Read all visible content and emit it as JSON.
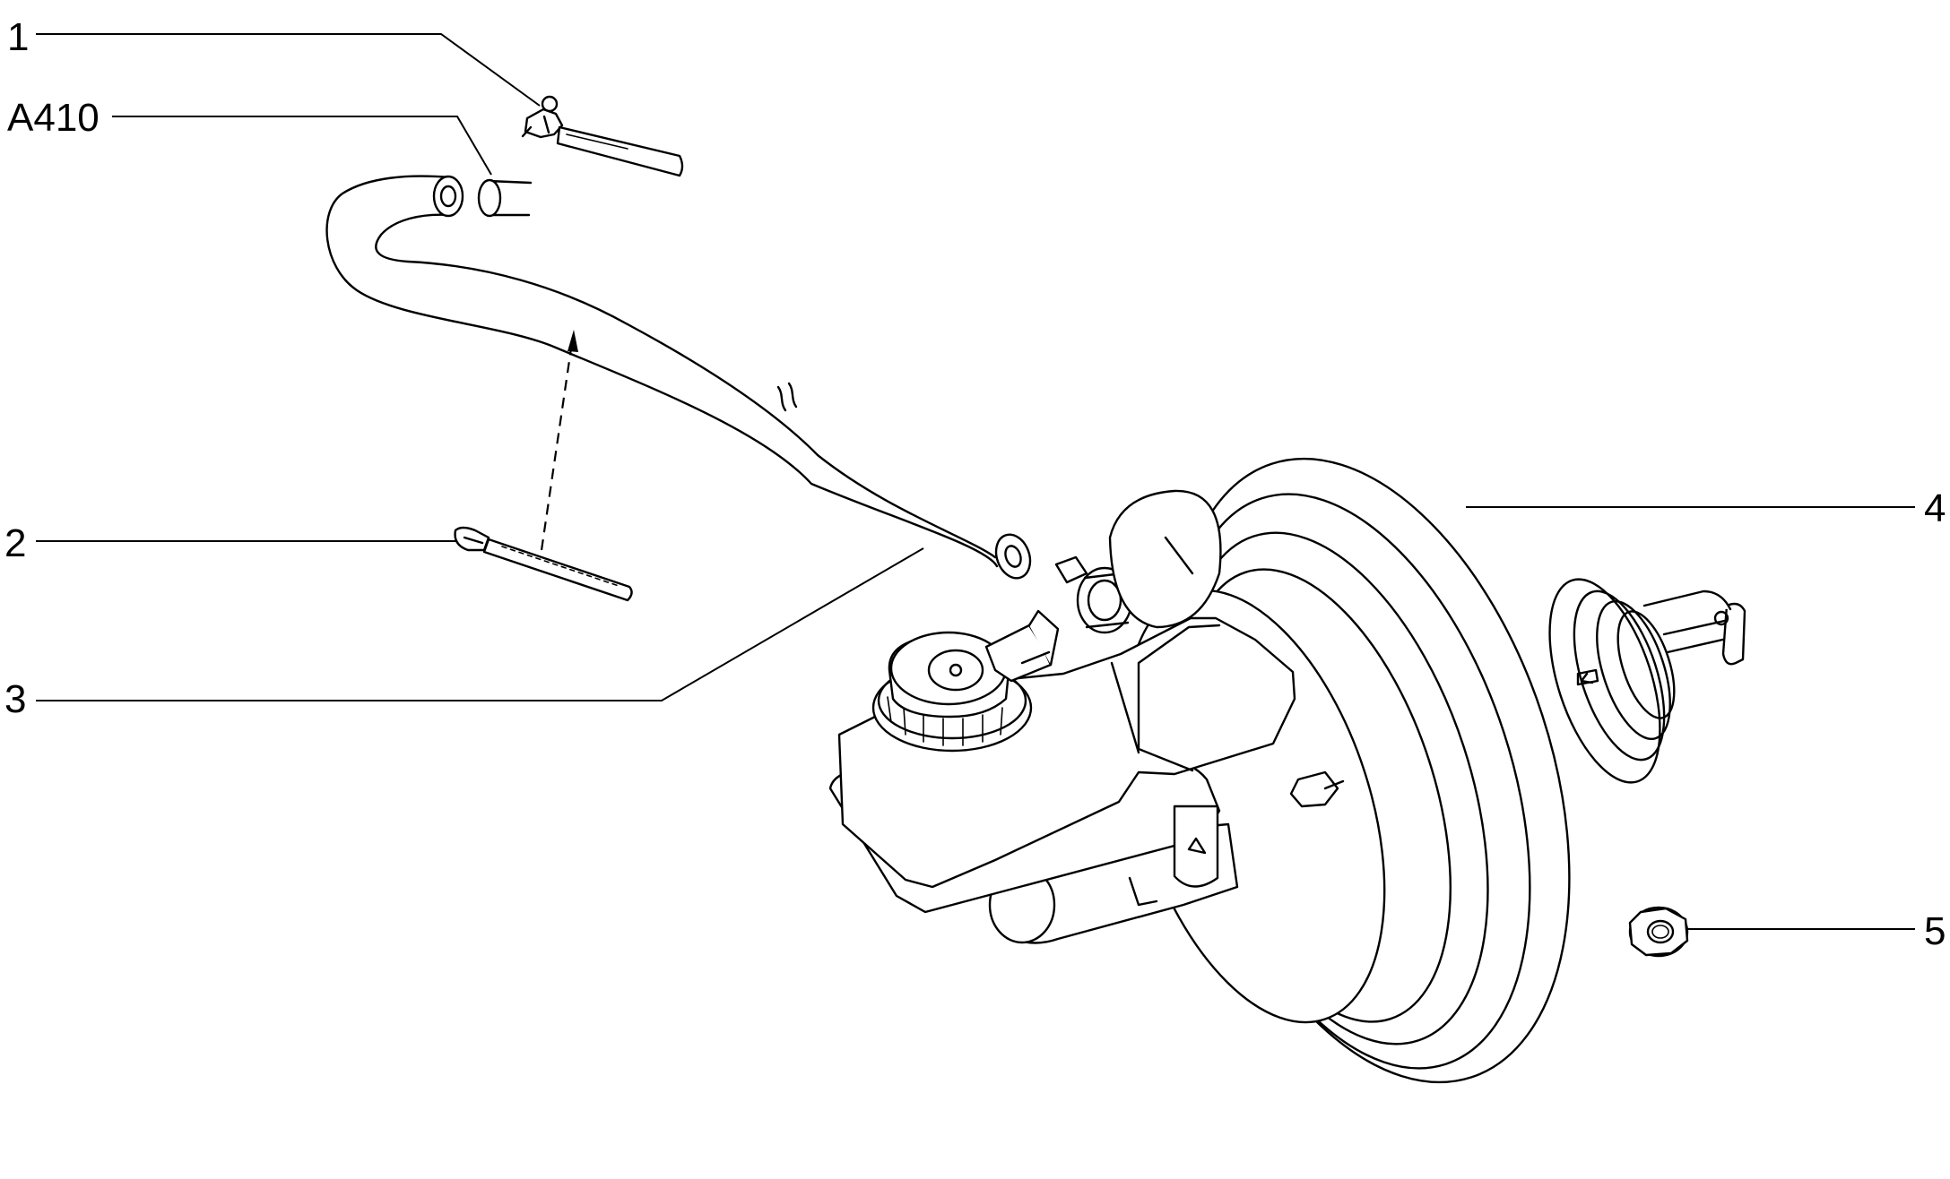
{
  "callouts": {
    "c1": "1",
    "a410": "A410",
    "c2": "2",
    "c3": "3",
    "c4": "4",
    "c5": "5"
  }
}
